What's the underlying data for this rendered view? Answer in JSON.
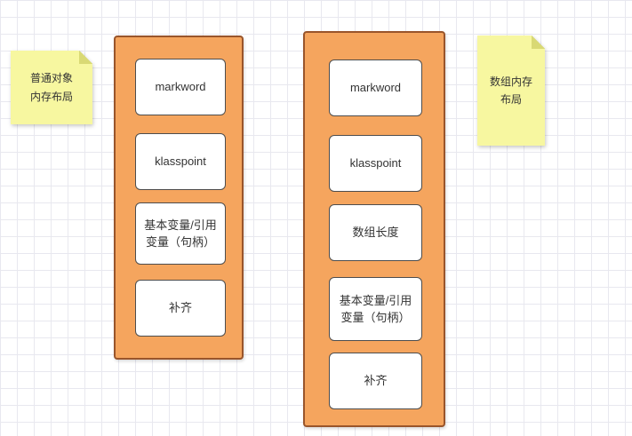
{
  "notes": {
    "left": {
      "text": "普通对象内存布局"
    },
    "right": {
      "text": "数组内存布局"
    }
  },
  "containers": {
    "left": {
      "cells": [
        "markword",
        "klasspoint",
        "基本变量/引用变量（句柄）",
        "补齐"
      ]
    },
    "right": {
      "cells": [
        "markword",
        "klasspoint",
        "数组长度",
        "基本变量/引用变量（句柄）",
        "补齐"
      ]
    }
  },
  "colors": {
    "container_fill": "#f5a55e",
    "container_border": "#99552b",
    "cell_fill": "#ffffff",
    "cell_border": "#4d4d4d",
    "note_fill": "#f7f7a0",
    "note_fold": "#d9d974",
    "grid_line": "#e8e8ef"
  }
}
